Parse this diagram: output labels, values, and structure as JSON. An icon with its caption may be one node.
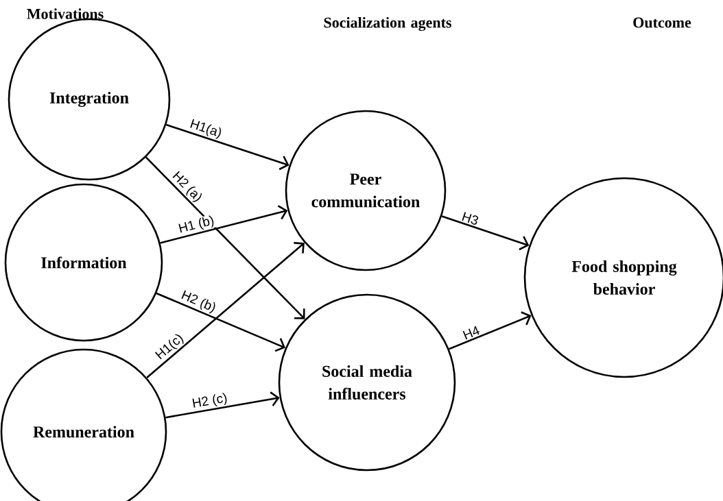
{
  "diagram": {
    "nodes": [
      {
        "text": [
          "Integration"
        ]
      },
      {
        "text": [
          "Information"
        ]
      },
      {
        "text": [
          "Remuneration"
        ]
      },
      {
        "text": [
          "Peer communication"
        ]
      },
      {
        "text": [
          "Social media influencers"
        ]
      },
      {
        "text": [
          "Food shopping behavior"
        ]
      }
    ],
    "edges": [
      {
        "from": 0,
        "to": 3,
        "arrow": "to",
        "label": "H1(a)"
      },
      {
        "from": 0,
        "to": 4,
        "arrow": "to",
        "label": "H2 (a)"
      },
      {
        "from": 1,
        "to": 3,
        "arrow": "to",
        "label": "H1 (b)"
      },
      {
        "from": 1,
        "to": 4,
        "arrow": "to",
        "label": "H2 (b)"
      },
      {
        "from": 2,
        "to": 3,
        "arrow": "to",
        "label": "H1(c)"
      },
      {
        "from": 2,
        "to": 4,
        "arrow": "to",
        "label": "H2 (c)"
      },
      {
        "from": 3,
        "to": 5,
        "arrow": "to",
        "label": "H3"
      },
      {
        "from": 4,
        "to": 5,
        "arrow": "to",
        "label": "H4"
      }
    ],
    "labels": [
      "Motivations",
      "Socialization agents",
      "Outcome"
    ]
  }
}
